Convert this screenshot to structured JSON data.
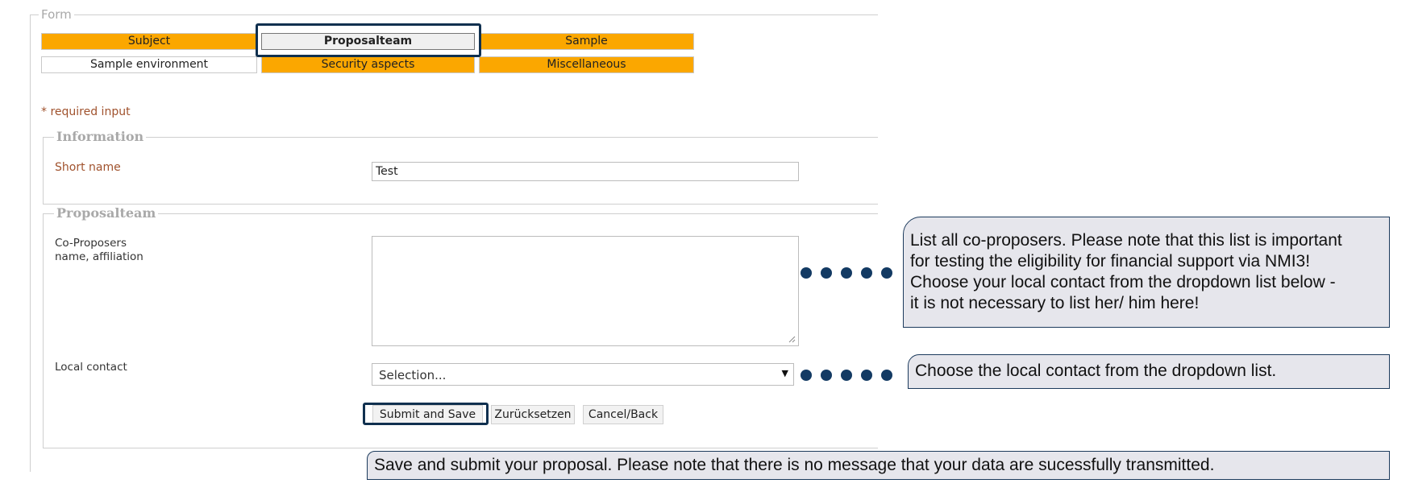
{
  "form": {
    "legend": "Form",
    "tabs": [
      "Subject",
      "Proposalteam",
      "Sample",
      "Sample environment",
      "Security aspects",
      "Miscellaneous"
    ],
    "required_note": "* required input"
  },
  "information": {
    "legend": "Information",
    "short_name_label": "Short name",
    "short_name_value": "Test"
  },
  "proposalteam": {
    "legend": "Proposalteam",
    "co_proposers_label_line1": "Co-Proposers",
    "co_proposers_label_line2": "name, affiliation",
    "co_proposers_value": "",
    "local_contact_label": "Local contact",
    "local_contact_selected": "Selection..."
  },
  "buttons": {
    "submit": "Submit and Save",
    "reset": "Zurücksetzen",
    "cancel": "Cancel/Back"
  },
  "callouts": {
    "co_proposers": [
      "List all co-proposers. Please note that this list is important",
      "for testing the eligibility for financial support via NMI3!",
      "Choose your local contact from the dropdown list below -",
      "it is not necessary to list her/ him here!"
    ],
    "local_contact": "Choose the local contact from the dropdown list.",
    "submit": "Save and submit your proposal. Please note that there is no message that your data are sucessfully transmitted."
  },
  "colors": {
    "tab_orange": "#fba700",
    "highlight_navy": "#10304f",
    "callout_bg": "#e6e6ec",
    "label_brown": "#a0522d"
  }
}
